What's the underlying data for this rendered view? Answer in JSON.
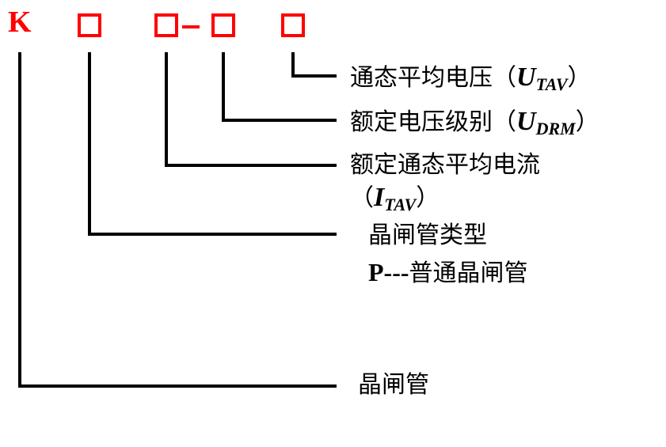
{
  "code": {
    "prefix": "K",
    "separator": "-",
    "accent_color": "#ff0000"
  },
  "labels": {
    "on_state_voltage": {
      "text": "通态平均电压（",
      "symbol": "U",
      "subscript": "TAV",
      "close": "）"
    },
    "rated_voltage": {
      "text": "额定电压级别（",
      "symbol": "U",
      "subscript": "DRM",
      "close": "）"
    },
    "rated_current": {
      "text": "额定通态平均电流",
      "open": "（",
      "symbol": "I",
      "subscript": "TAV",
      "close": "）"
    },
    "thyristor_type": {
      "text": "晶闸管类型",
      "detail_code": "P---",
      "detail_text": "普通晶闸管"
    },
    "thyristor": {
      "text": "晶闸管"
    }
  }
}
